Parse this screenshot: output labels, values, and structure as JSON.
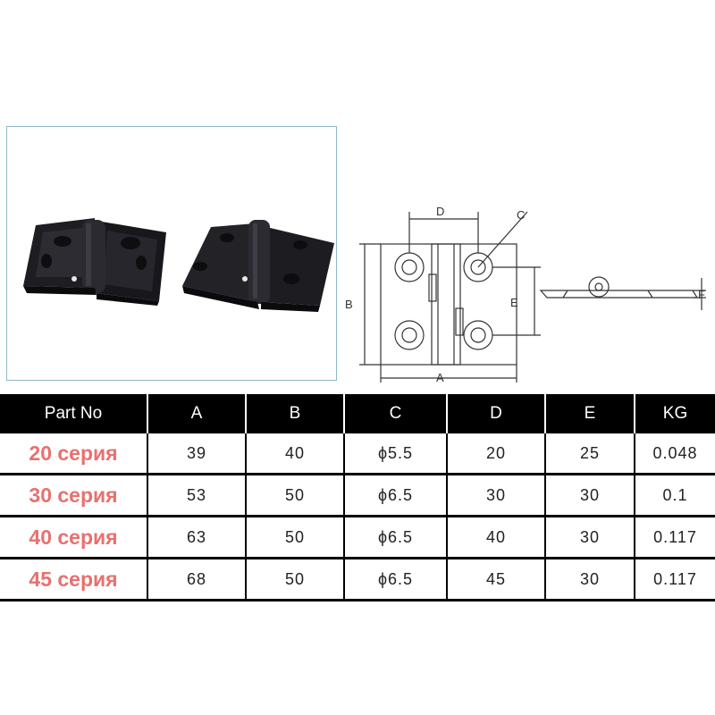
{
  "photo": {
    "subject": "two black hinges"
  },
  "drawing": {
    "labels": {
      "a": "A",
      "b": "B",
      "c": "C",
      "d": "D",
      "e": "E",
      "f": "F"
    }
  },
  "table": {
    "headers": [
      "Part No",
      "A",
      "B",
      "C",
      "D",
      "E",
      "KG"
    ],
    "rows": [
      [
        "20 серия",
        "39",
        "40",
        "ϕ5.5",
        "20",
        "25",
        "0.048"
      ],
      [
        "30 серия",
        "53",
        "50",
        "ϕ6.5",
        "30",
        "30",
        "0.1"
      ],
      [
        "40 серия",
        "63",
        "50",
        "ϕ6.5",
        "40",
        "30",
        "0.117"
      ],
      [
        "45 серия",
        "68",
        "50",
        "ϕ6.5",
        "45",
        "30",
        "0.117"
      ]
    ]
  },
  "colors": {
    "part_no": "#e8706e",
    "header_bg": "#000000",
    "frame": "#8fbac8"
  }
}
